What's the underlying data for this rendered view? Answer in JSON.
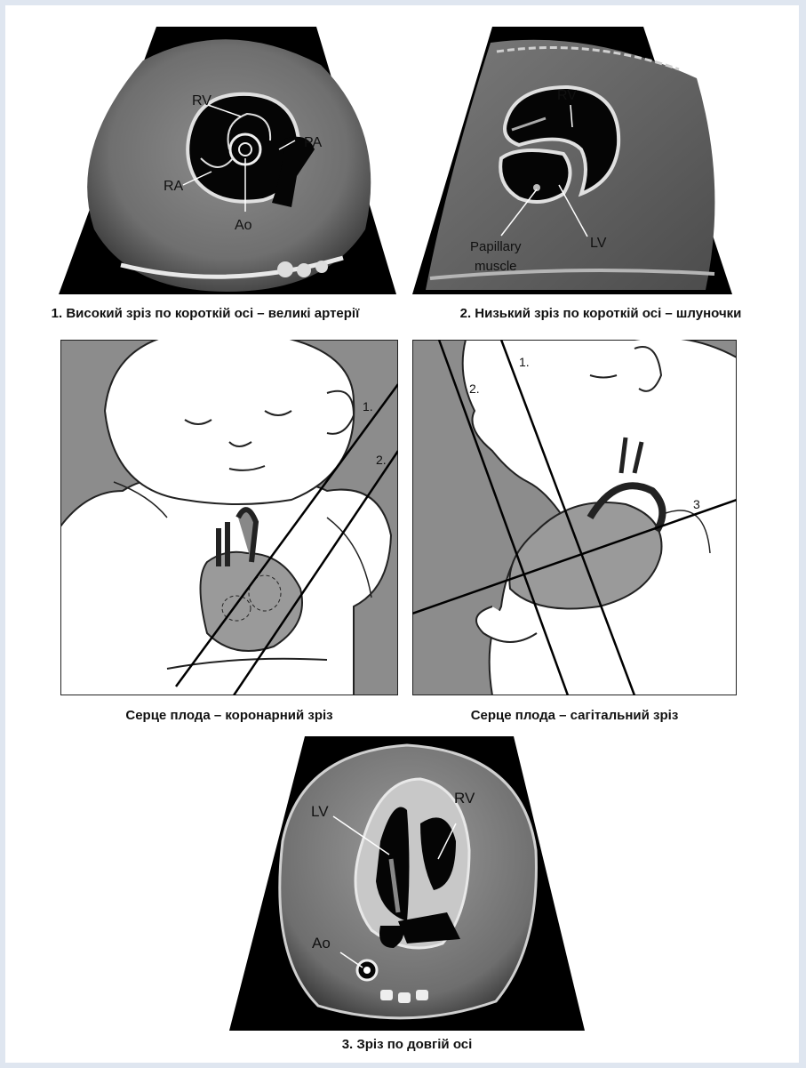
{
  "panels": {
    "short_axis_high": {
      "caption": "1. Високий зріз по короткій осі – великі артерії",
      "labels": {
        "rv": "RV",
        "pa": "PA",
        "ra": "RA",
        "ao": "Ao"
      }
    },
    "short_axis_low": {
      "caption": "2. Низький зріз по короткій осі – шлуночки",
      "labels": {
        "rv": "RV",
        "lv": "LV",
        "papillary_1": "Papillary",
        "papillary_2": "muscle"
      }
    },
    "coronal": {
      "caption": "Серце плода – коронарний зріз",
      "labels": {
        "line1": "1.",
        "line2": "2."
      }
    },
    "sagittal": {
      "caption": "Серце плода – сагітальний зріз",
      "labels": {
        "line1": "1.",
        "line2": "2.",
        "line3": "3"
      }
    },
    "long_axis": {
      "caption": "3. Зріз по довгій осі",
      "labels": {
        "rv": "RV",
        "lv": "LV",
        "ao": "Ao"
      }
    }
  }
}
